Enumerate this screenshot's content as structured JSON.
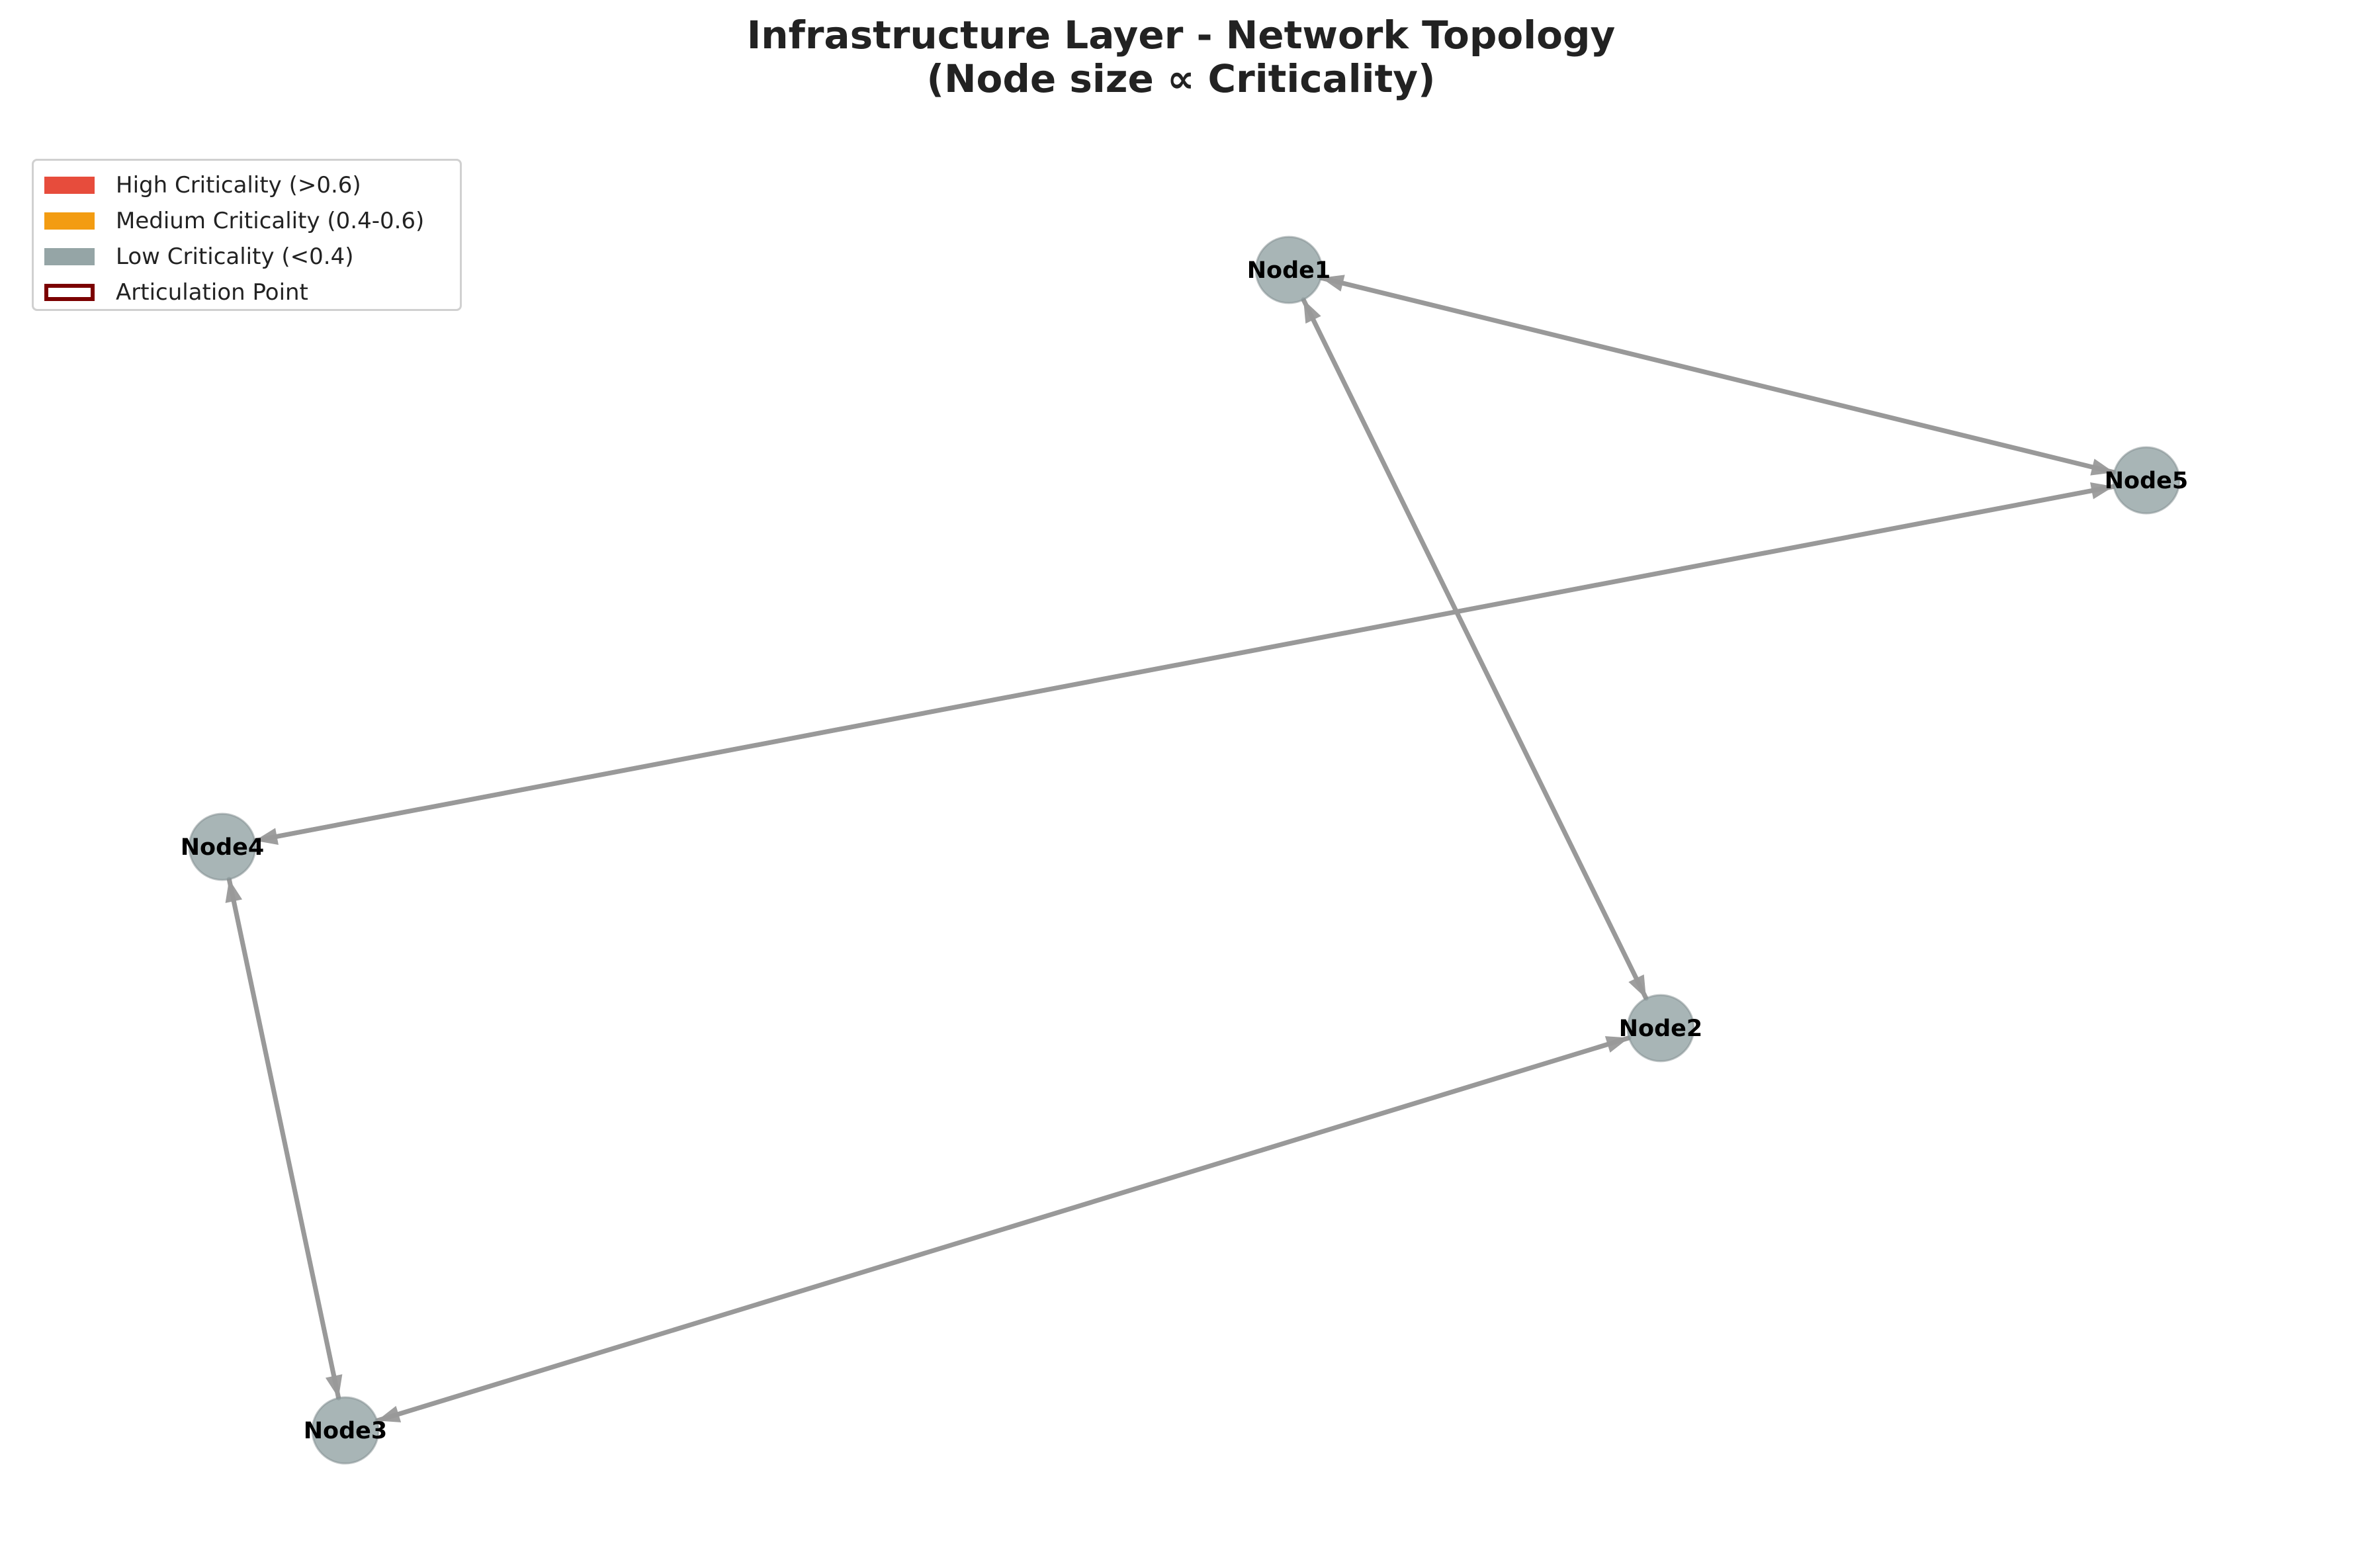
{
  "title": {
    "line1": "Infrastructure Layer - Network Topology",
    "line2": "(Node size ∝ Criticality)"
  },
  "legend": [
    {
      "label": "High Criticality (>0.6)",
      "color": "#e74c3c",
      "style": "fill"
    },
    {
      "label": "Medium Criticality (0.4-0.6)",
      "color": "#f39c12",
      "style": "fill"
    },
    {
      "label": "Low Criticality (<0.4)",
      "color": "#95a5a6",
      "style": "fill"
    },
    {
      "label": "Articulation Point",
      "color": "#7b0000",
      "style": "outline"
    }
  ],
  "colors": {
    "node_fill": "#95a5a6",
    "edge": "#999999",
    "label": "#000000"
  },
  "nodes": [
    {
      "id": "Node1",
      "label": "Node1",
      "criticality": "low"
    },
    {
      "id": "Node2",
      "label": "Node2",
      "criticality": "low"
    },
    {
      "id": "Node3",
      "label": "Node3",
      "criticality": "low"
    },
    {
      "id": "Node4",
      "label": "Node4",
      "criticality": "low"
    },
    {
      "id": "Node5",
      "label": "Node5",
      "criticality": "low"
    }
  ],
  "edges": [
    {
      "source": "Node1",
      "target": "Node5"
    },
    {
      "source": "Node5",
      "target": "Node1"
    },
    {
      "source": "Node1",
      "target": "Node2"
    },
    {
      "source": "Node2",
      "target": "Node1"
    },
    {
      "source": "Node5",
      "target": "Node4"
    },
    {
      "source": "Node4",
      "target": "Node5"
    },
    {
      "source": "Node4",
      "target": "Node3"
    },
    {
      "source": "Node3",
      "target": "Node4"
    },
    {
      "source": "Node3",
      "target": "Node2"
    },
    {
      "source": "Node2",
      "target": "Node3"
    }
  ]
}
